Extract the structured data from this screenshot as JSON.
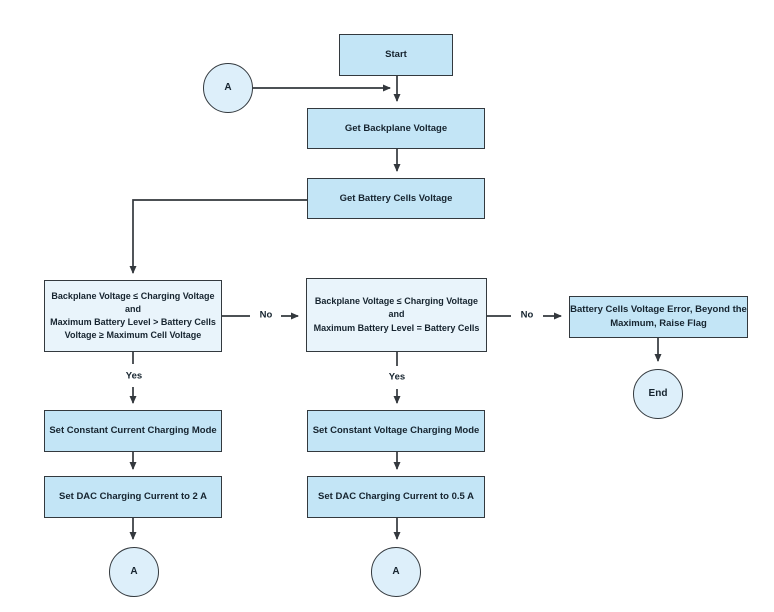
{
  "colors": {
    "canvas_bg": "#ffffff",
    "process_fill": "#c3e5f6",
    "decision_fill": "#e9f4fb",
    "connector_fill": "#ddeffa",
    "node_border": "#33393e",
    "edge_line": "#33383d",
    "text": "#16242f"
  },
  "nodes": {
    "start": "Start",
    "entry_a": "A",
    "get_backplane_voltage": "Get Backplane Voltage",
    "get_battery_cells_voltage": "Get Battery Cells Voltage",
    "decision_constant_current": "Backplane Voltage ≤ Charging Voltage\nand\nMaximum Battery Level > Battery Cells\nVoltage ≥ Maximum Cell Voltage",
    "decision_constant_voltage": "Backplane Voltage ≤ Charging Voltage\nand\nMaximum Battery Level = Battery Cells",
    "error_flag": "Battery Cells Voltage Error, Beyond the\nMaximum, Raise Flag",
    "end": "End",
    "set_constant_current_mode": "Set Constant Current Charging Mode",
    "set_dac_current_2a": "Set DAC Charging Current to 2 A",
    "set_constant_voltage_mode": "Set Constant Voltage Charging Mode",
    "set_dac_current_05a": "Set DAC Charging Current to 0.5 A",
    "exit_a_left": "A",
    "exit_a_middle": "A"
  },
  "edge_labels": {
    "no_to_constant_voltage": "No",
    "no_to_error": "No",
    "yes_constant_current": "Yes",
    "yes_constant_voltage": "Yes"
  }
}
